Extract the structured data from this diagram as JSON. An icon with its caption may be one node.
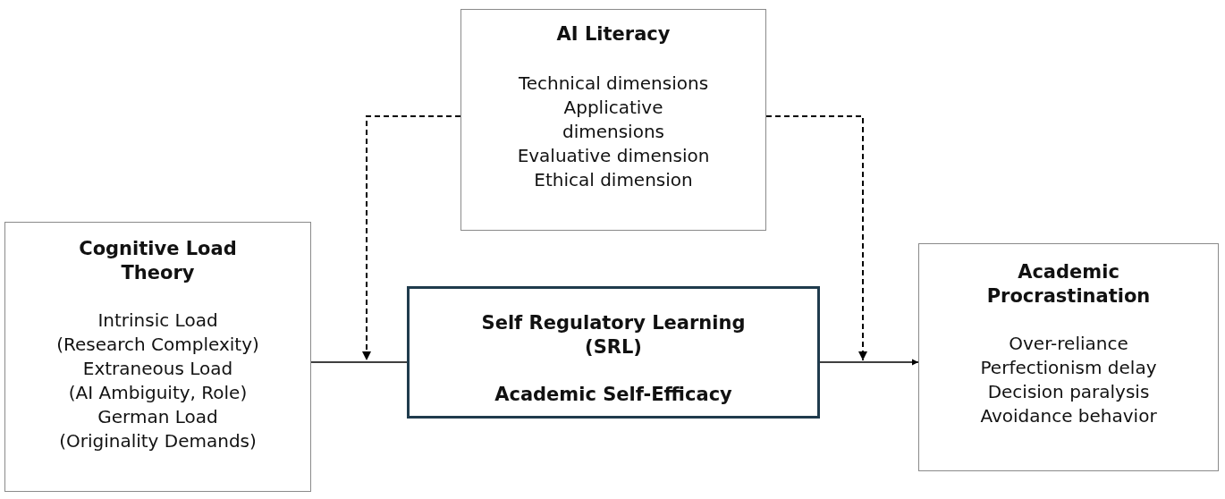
{
  "diagram": {
    "nodes": [
      {
        "text": [
          "AI Literacy",
          "Technical dimensions",
          "Applicative dimensions",
          "Evaluative dimension",
          "Ethical dimension"
        ]
      },
      {
        "text": [
          "Cognitive Load Theory",
          "Intrinsic Load",
          "(Research Complexity)",
          "Extraneous Load",
          "(AI Ambiguity, Role)",
          "German Load",
          "(Originality Demands)"
        ]
      },
      {
        "text": [
          "Self Regulatory Learning (SRL)",
          "Academic Self-Efficacy"
        ]
      },
      {
        "text": [
          "Academic Procrastination",
          "Over-reliance",
          "Perfectionism delay",
          "Decision paralysis",
          "Avoidance behavior"
        ]
      }
    ],
    "edges": [
      {
        "from": 1,
        "to": 2,
        "arrow": "none"
      },
      {
        "from": 2,
        "to": 3,
        "arrow": "to"
      },
      {
        "from": 0,
        "to": null,
        "arrow": "to",
        "style": "dashed"
      },
      {
        "from": 0,
        "to": null,
        "arrow": "to",
        "style": "dashed"
      }
    ]
  }
}
